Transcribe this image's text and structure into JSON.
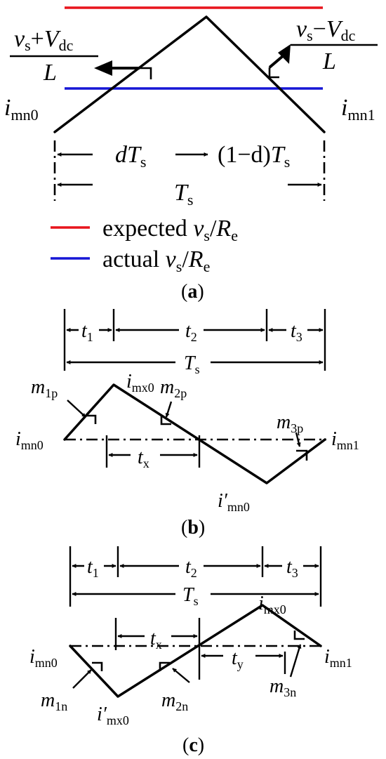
{
  "colors": {
    "expected_line": "#e8141c",
    "actual_line": "#1616d6",
    "ink": "#000000"
  },
  "panel_a": {
    "label": "a",
    "slope_left": {
      "num": "v",
      "num_sub": "s",
      "op": "+",
      "num2": "V",
      "num2_sub": "dc",
      "den": "L"
    },
    "slope_right": {
      "num": "v",
      "num_sub": "s",
      "op": "−",
      "num2": "V",
      "num2_sub": "dc",
      "den": "L"
    },
    "i_left": {
      "base": "i",
      "sub": "mn0"
    },
    "i_right": {
      "base": "i",
      "sub": "mn1"
    },
    "dT": {
      "d": "d",
      "T": "T",
      "sub": "s"
    },
    "oneminus": {
      "prefix": "(1−d)",
      "T": "T",
      "sub": "s"
    },
    "period": {
      "T": "T",
      "sub": "s"
    },
    "legend": [
      {
        "text": "expected ",
        "v": "v",
        "v_sub": "s",
        "slash": "/",
        "R": "R",
        "R_sub": "e"
      },
      {
        "text": "actual ",
        "v": "v",
        "v_sub": "s",
        "slash": "/",
        "R": "R",
        "R_sub": "e"
      }
    ]
  },
  "panel_b": {
    "label": "b",
    "t1": {
      "t": "t",
      "sub": "1"
    },
    "t2": {
      "t": "t",
      "sub": "2"
    },
    "t3": {
      "t": "t",
      "sub": "3"
    },
    "Ts": {
      "T": "T",
      "sub": "s"
    },
    "imx0": {
      "base": "i",
      "sub": "mx0"
    },
    "imn0": {
      "base": "i",
      "sub": "mn0"
    },
    "imn1": {
      "base": "i",
      "sub": "mn1"
    },
    "imn0p": {
      "base": "i′",
      "sub": "mn0"
    },
    "m1p": {
      "base": "m",
      "sub": "1p"
    },
    "m2p": {
      "base": "m",
      "sub": "2p"
    },
    "m3p": {
      "base": "m",
      "sub": "3p"
    },
    "tx": {
      "t": "t",
      "sub": "x"
    }
  },
  "panel_c": {
    "label": "c",
    "t1": {
      "t": "t",
      "sub": "1"
    },
    "t2": {
      "t": "t",
      "sub": "2"
    },
    "t3": {
      "t": "t",
      "sub": "3"
    },
    "Ts": {
      "T": "T",
      "sub": "s"
    },
    "imx0": {
      "base": "i",
      "sub": "mx0"
    },
    "imn0": {
      "base": "i",
      "sub": "mn0"
    },
    "imn1": {
      "base": "i",
      "sub": "mn1"
    },
    "imx0p": {
      "base": "i′",
      "sub": "mx0"
    },
    "m1n": {
      "base": "m",
      "sub": "1n"
    },
    "m2n": {
      "base": "m",
      "sub": "2n"
    },
    "m3n": {
      "base": "m",
      "sub": "3n"
    },
    "tx": {
      "t": "t",
      "sub": "x"
    },
    "ty": {
      "t": "t",
      "sub": "y"
    }
  }
}
